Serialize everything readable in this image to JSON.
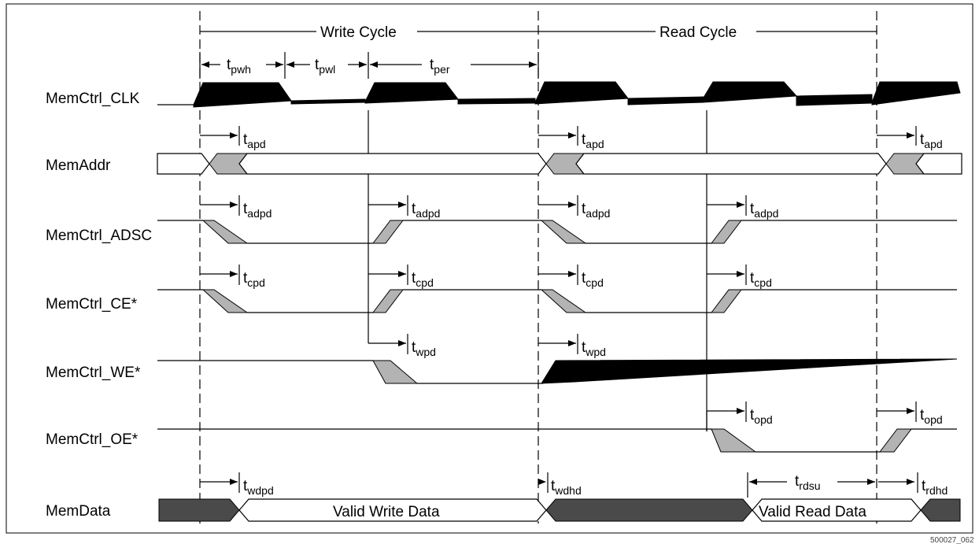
{
  "signals": [
    {
      "id": "clk",
      "label": "MemCtrl_CLK"
    },
    {
      "id": "addr",
      "label": "MemAddr"
    },
    {
      "id": "adsc",
      "label": "MemCtrl_ADSC"
    },
    {
      "id": "ce",
      "label": "MemCtrl_CE*"
    },
    {
      "id": "we",
      "label": "MemCtrl_WE*"
    },
    {
      "id": "oe",
      "label": "MemCtrl_OE*"
    },
    {
      "id": "data",
      "label": "MemData"
    }
  ],
  "cycles": {
    "write": "Write Cycle",
    "read": "Read Cycle"
  },
  "timing": {
    "pwh": {
      "base": "t",
      "sub": "pwh"
    },
    "pwl": {
      "base": "t",
      "sub": "pwl"
    },
    "per": {
      "base": "t",
      "sub": "per"
    },
    "apd": {
      "base": "t",
      "sub": "apd"
    },
    "adpd": {
      "base": "t",
      "sub": "adpd"
    },
    "cpd": {
      "base": "t",
      "sub": "cpd"
    },
    "wpd": {
      "base": "t",
      "sub": "wpd"
    },
    "opd": {
      "base": "t",
      "sub": "opd"
    },
    "wdpd": {
      "base": "t",
      "sub": "wdpd"
    },
    "wdhd": {
      "base": "t",
      "sub": "wdhd"
    },
    "rdsu": {
      "base": "t",
      "sub": "rdsu"
    },
    "rdhd": {
      "base": "t",
      "sub": "rdhd"
    }
  },
  "data_labels": {
    "write": "Valid Write Data",
    "read": "Valid Read Data"
  },
  "figure_id": "500027_062",
  "colors": {
    "transition": "#b3b3b3",
    "invalid_data": "#4a4a4a",
    "clock": "#000000"
  }
}
